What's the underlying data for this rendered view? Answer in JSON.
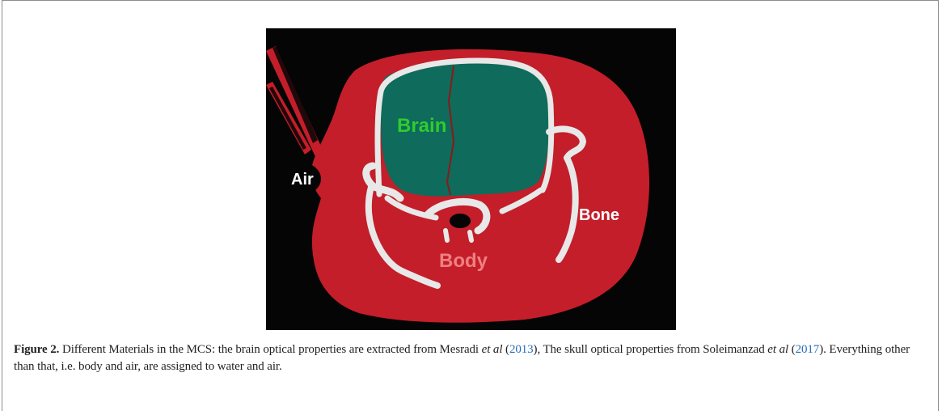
{
  "figure": {
    "labels": {
      "brain": "Brain",
      "air": "Air",
      "bone": "Bone",
      "body": "Body"
    },
    "colors": {
      "background": "#050505",
      "body": "#c41e2a",
      "brain": "#0f6b5b",
      "bone": "#e8e8e8",
      "brain_label": "#2ecc2e",
      "body_label": "#f08080",
      "air_label": "#ffffff",
      "bone_label": "#ffffff"
    }
  },
  "caption": {
    "label": "Figure 2.",
    "part1": " Different Materials in the MCS: the brain optical properties are extracted from Mesradi ",
    "etal1": "et al",
    "open1": " (",
    "year1": "2013",
    "close1": "), The skull optical properties from Soleimanzad ",
    "etal2": "et al",
    "open2": " (",
    "year2": "2017",
    "close2": "). Everything other than that, i.e. body and air, are assigned to water and air."
  }
}
